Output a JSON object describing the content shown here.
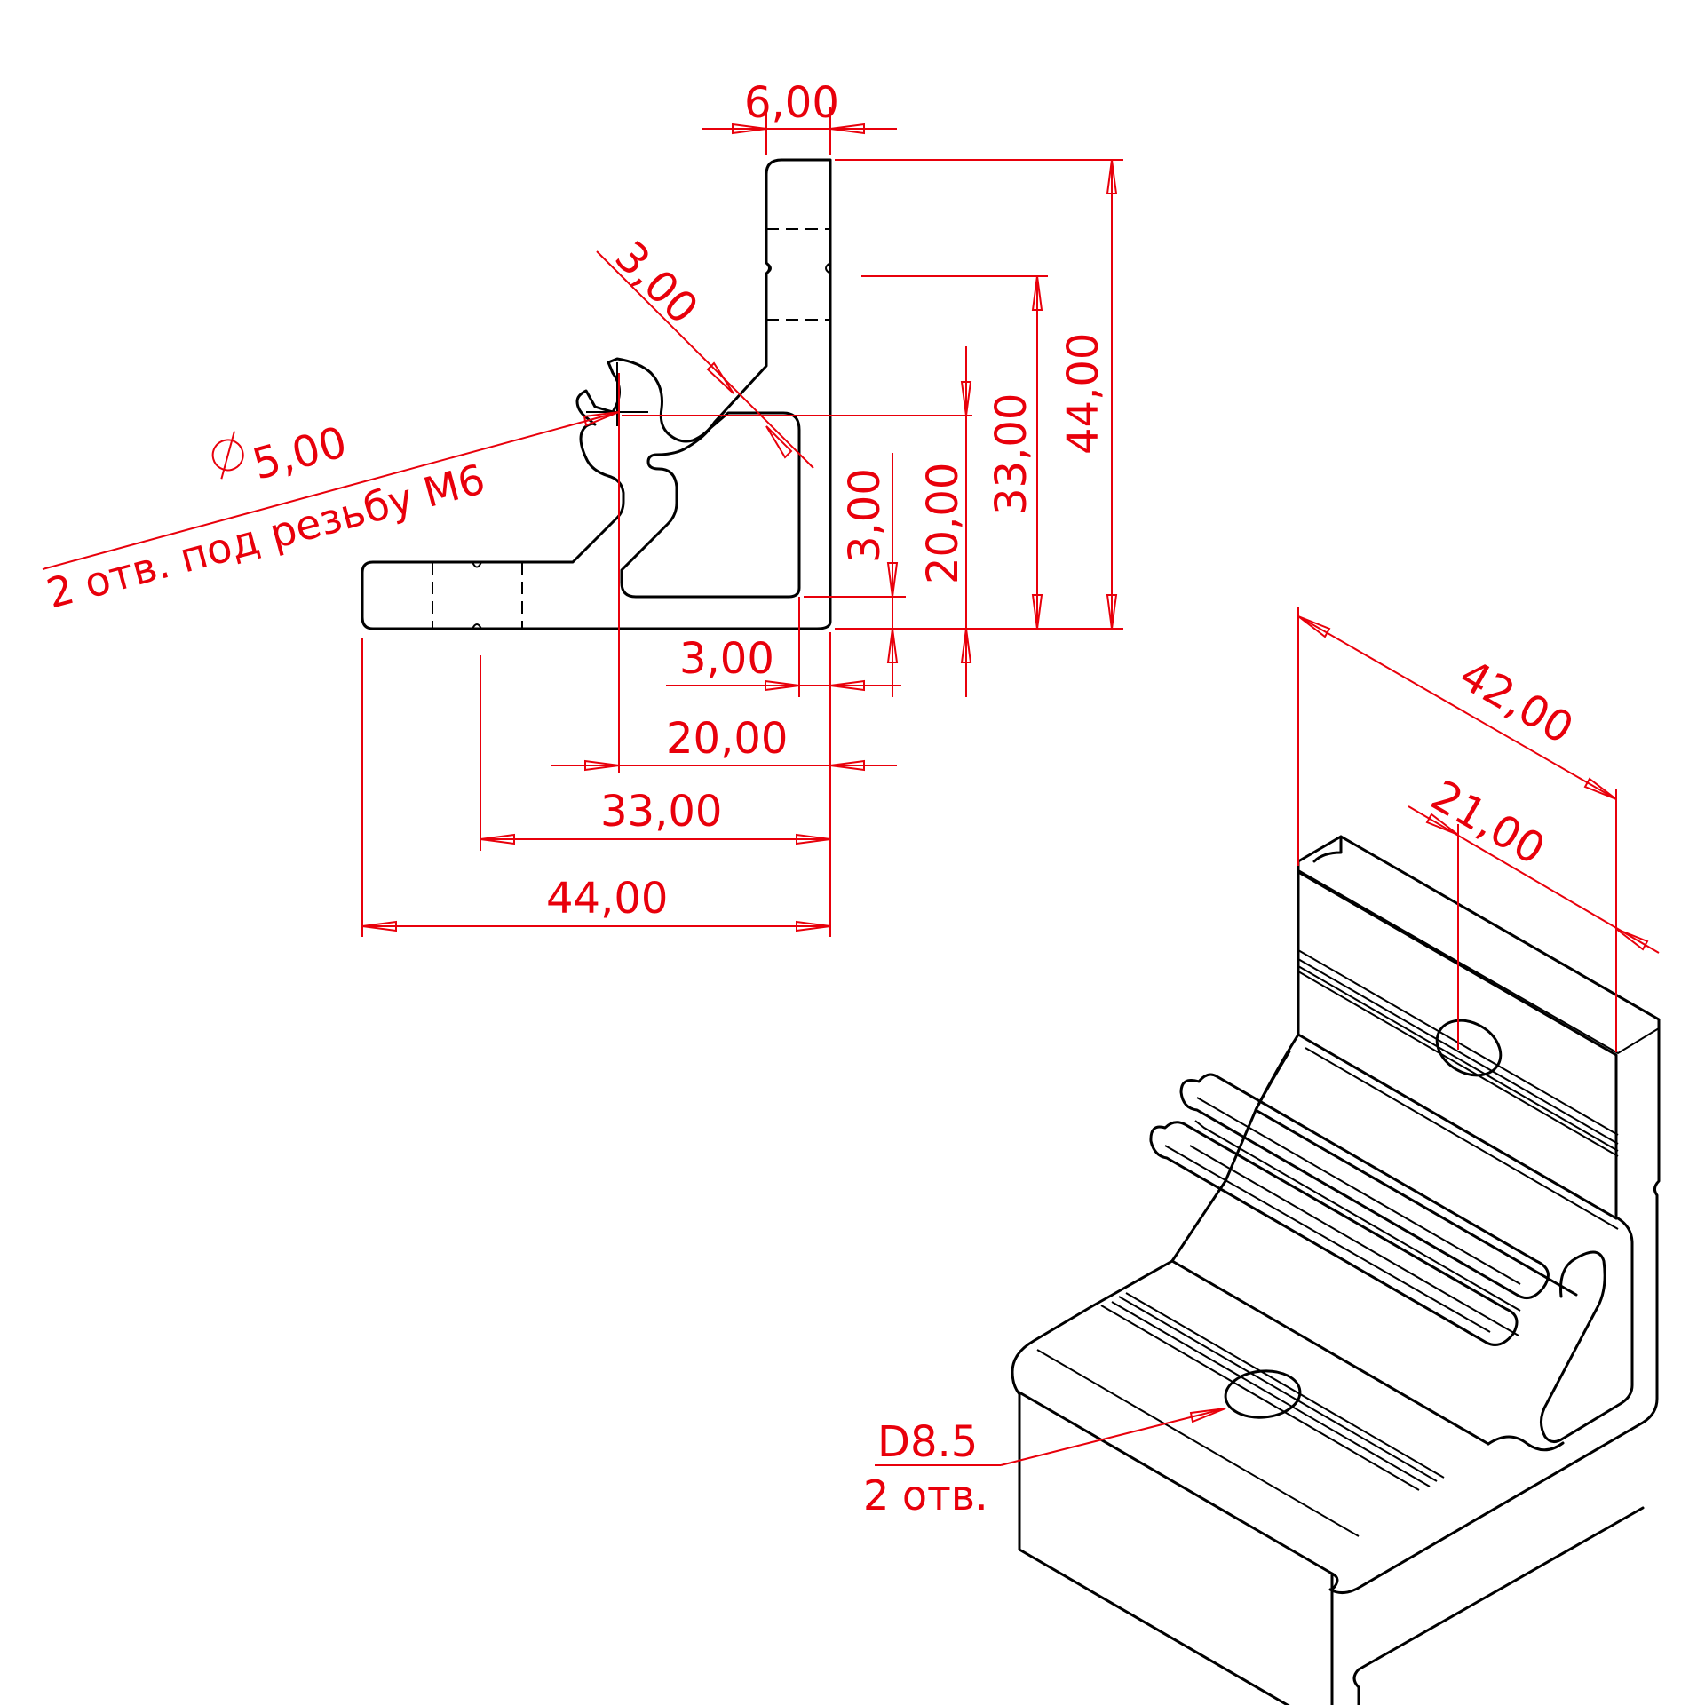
{
  "drawing": {
    "accent_color": "#e8000b",
    "line_color": "#000000",
    "dimensions": {
      "top_width": "6,00",
      "chamfer": "3,00",
      "hole_diameter": "5,00",
      "hole_note": "2 отв. под резьбу М6",
      "v_wall": "3,00",
      "v_20": "20,00",
      "v_33": "33,00",
      "v_44": "44,00",
      "h_wall": "3,00",
      "h_20": "20,00",
      "h_33": "33,00",
      "h_44": "44,00",
      "length_42": "42,00",
      "length_21": "21,00",
      "slot_label": "D8.5",
      "slot_note": "2 отв."
    },
    "symbols": {
      "diameter": "diameter-symbol"
    }
  }
}
